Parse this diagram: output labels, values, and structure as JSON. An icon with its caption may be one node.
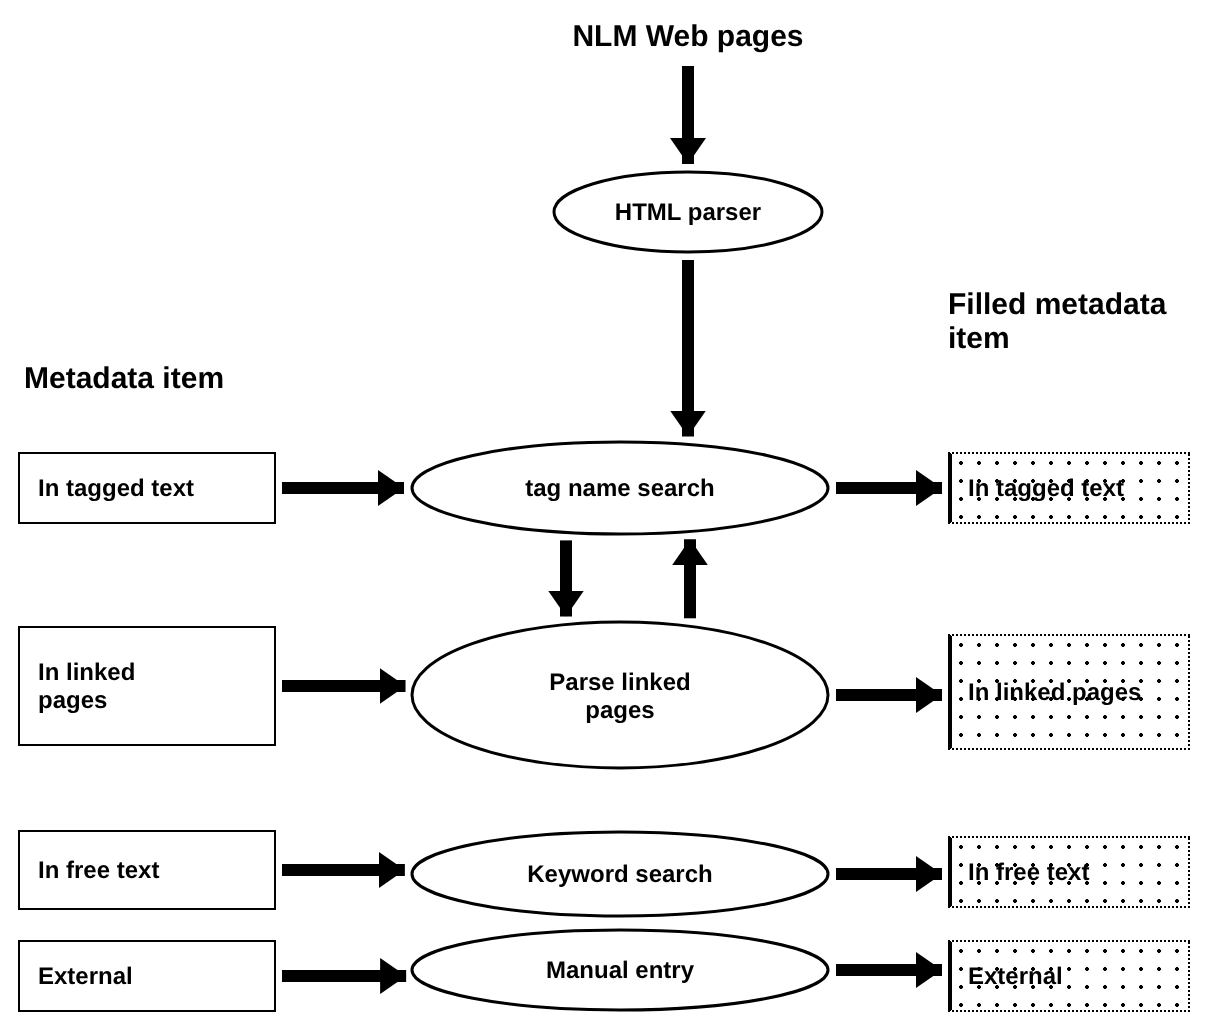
{
  "diagram": {
    "nodes": [
      {
        "text": [
          "NLM Web pages"
        ]
      },
      {
        "text": [
          "HTML parser"
        ]
      },
      {
        "text": [
          "In tagged text"
        ]
      },
      {
        "text": [
          "tag name search"
        ]
      },
      {
        "text": [
          "In tagged text"
        ]
      },
      {
        "text": [
          "In linked pages"
        ]
      },
      {
        "text": [
          "Parse linked pages"
        ]
      },
      {
        "text": [
          "In linked pages"
        ]
      },
      {
        "text": [
          "In free text"
        ]
      },
      {
        "text": [
          "Keyword search"
        ]
      },
      {
        "text": [
          "In free text"
        ]
      },
      {
        "text": [
          "External"
        ]
      },
      {
        "text": [
          "Manual entry"
        ]
      },
      {
        "text": [
          "External"
        ]
      }
    ],
    "edges": [
      {
        "from": 0,
        "to": 1,
        "arrow": "to"
      },
      {
        "from": 1,
        "to": 3,
        "arrow": "to"
      },
      {
        "from": 2,
        "to": 3,
        "arrow": "to"
      },
      {
        "from": 3,
        "to": 4,
        "arrow": "to"
      },
      {
        "from": 3,
        "to": 6,
        "arrow": "to"
      },
      {
        "from": 6,
        "to": 3,
        "arrow": "to"
      },
      {
        "from": 5,
        "to": 6,
        "arrow": "to"
      },
      {
        "from": 6,
        "to": 7,
        "arrow": "to"
      },
      {
        "from": 8,
        "to": 9,
        "arrow": "to"
      },
      {
        "from": 9,
        "to": 10,
        "arrow": "to"
      },
      {
        "from": 11,
        "to": 12,
        "arrow": "to"
      },
      {
        "from": 12,
        "to": 13,
        "arrow": "to"
      }
    ],
    "labels": [
      "Metadata item",
      "Filled metadata item"
    ]
  }
}
